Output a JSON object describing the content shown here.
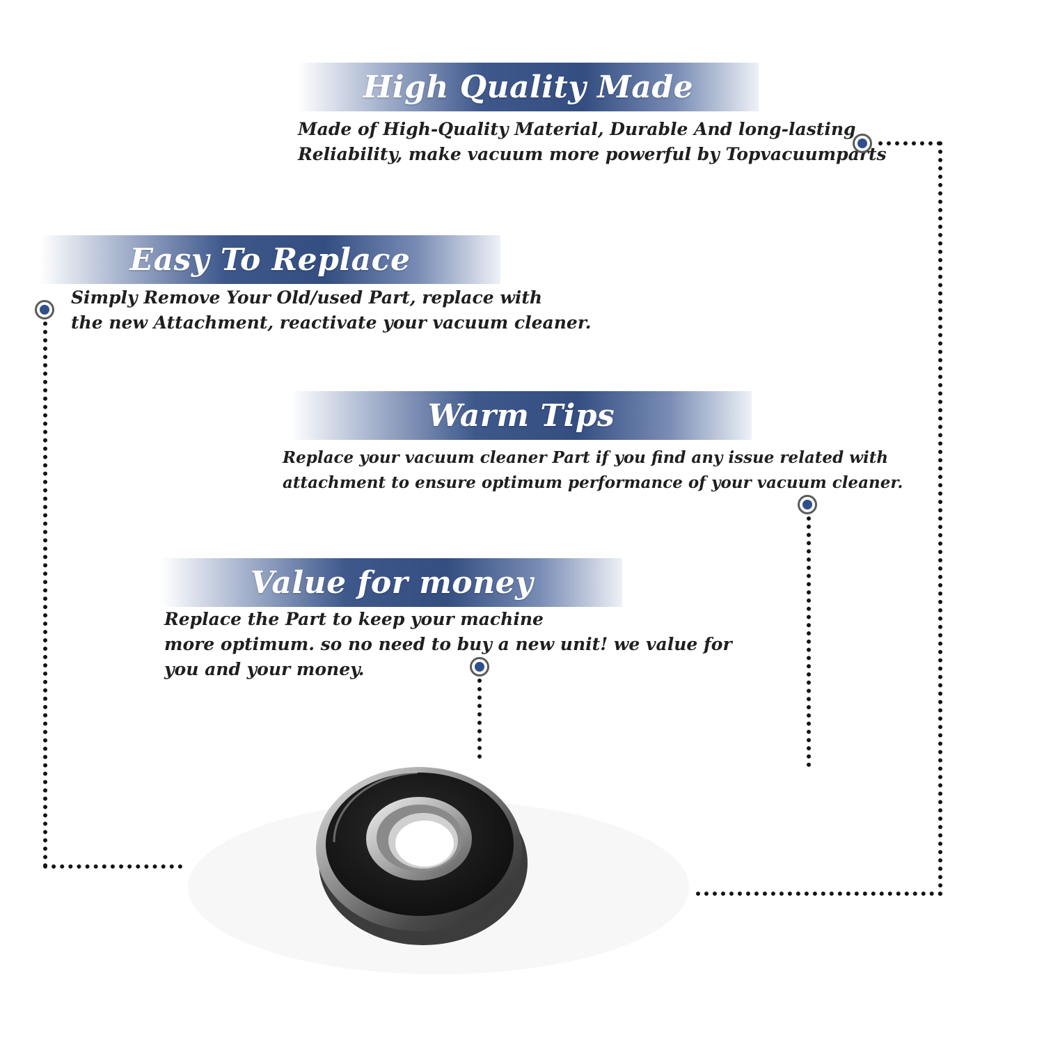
{
  "features": [
    {
      "title": "High Quality Made",
      "lines": [
        "Made of  High-Quality Material, Durable And long-lasting",
        "Reliability, make vacuum more powerful by Topvacuumparts"
      ]
    },
    {
      "title": "Easy To Replace",
      "lines": [
        "Simply Remove Your Old/used Part, replace with",
        "the new Attachment, reactivate your vacuum cleaner."
      ]
    },
    {
      "title": "Warm Tips",
      "lines": [
        "Replace your vacuum cleaner Part if you find any issue related with",
        " attachment to ensure optimum performance of your vacuum cleaner."
      ]
    },
    {
      "title": "Value for money",
      "lines": [
        "Replace the Part to keep your machine",
        "more optimum. so no need to buy a new unit! we value for",
        "you and your money."
      ]
    }
  ],
  "colors": {
    "banner_blue": "#3e588c",
    "marker_dot": "#2f4f8a",
    "dotted_line": "#141414"
  },
  "product": {
    "icon": "ball-bearing-icon"
  }
}
